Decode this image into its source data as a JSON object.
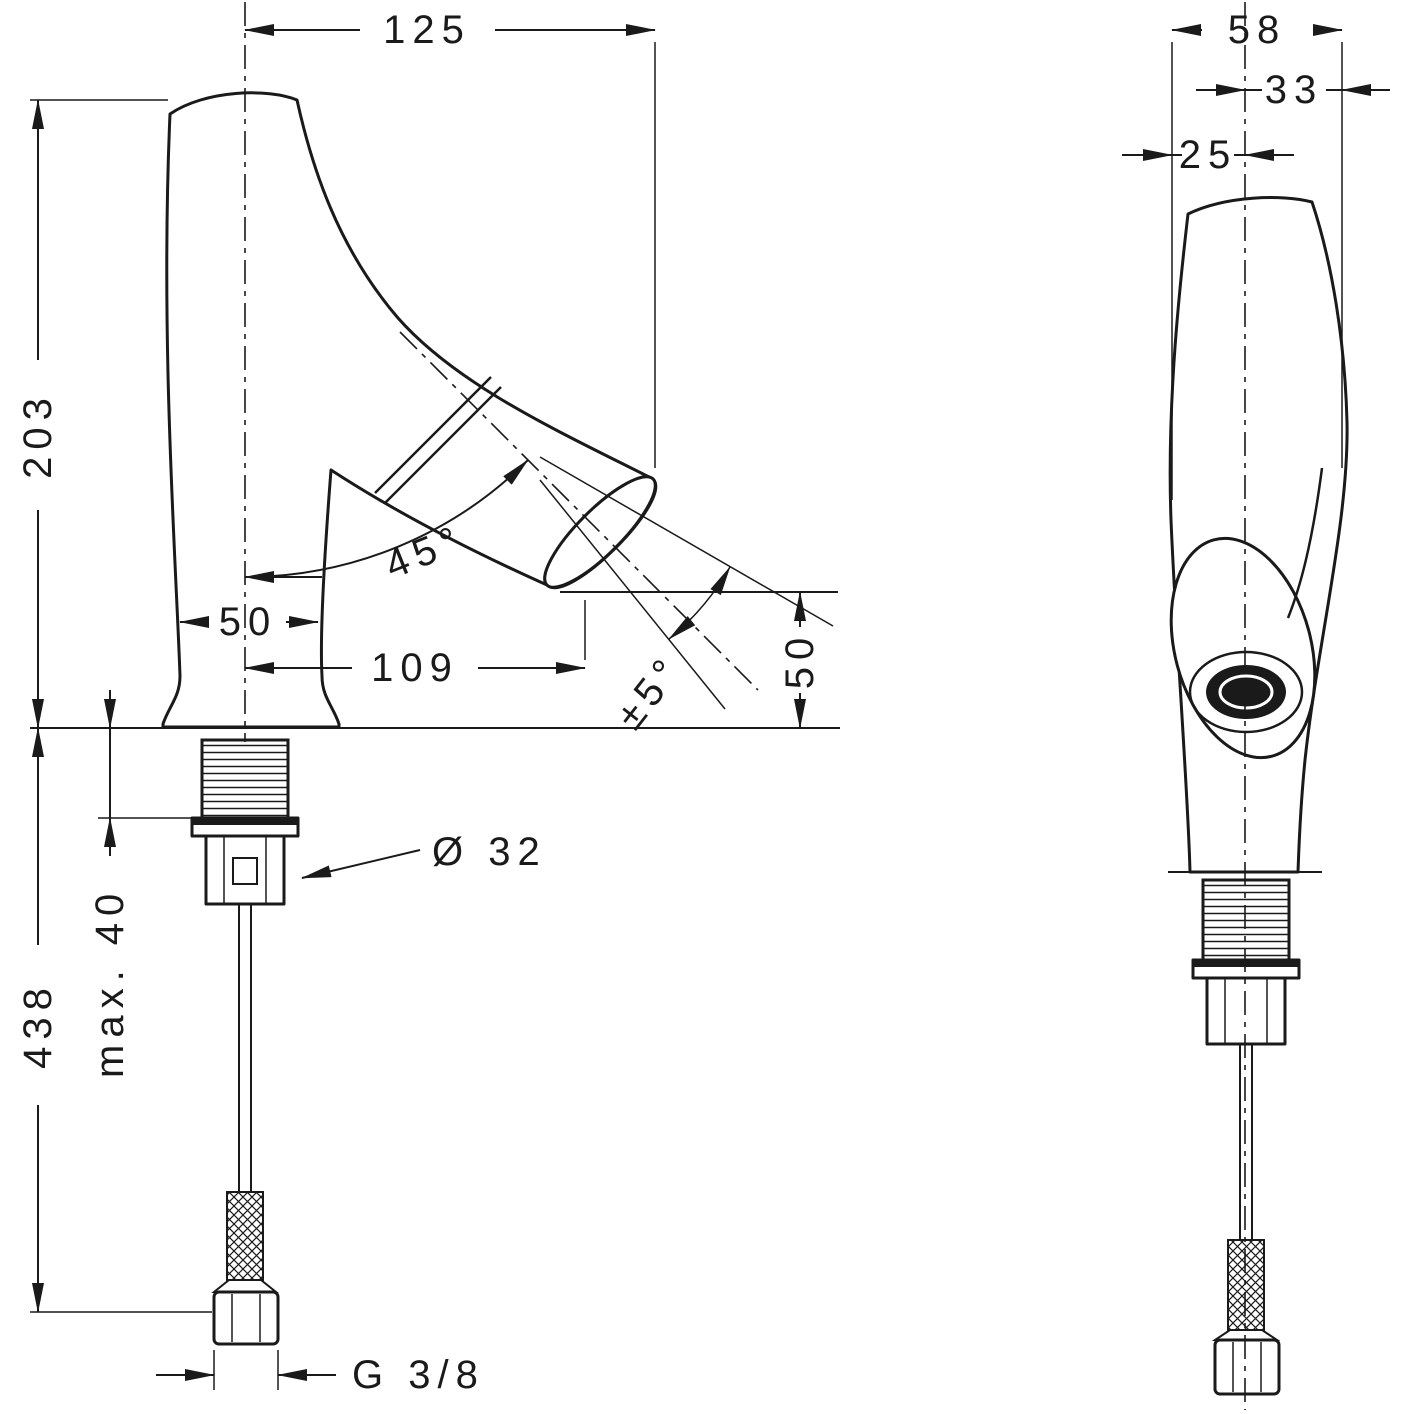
{
  "page": {
    "background": "#ffffff",
    "line_color": "#1a1a1a"
  },
  "front_view": {
    "dim_width_top": "125",
    "dim_height_spout": "203",
    "dim_height_total": "438",
    "dim_mounting_max": "max. 40",
    "dim_base_width": "50",
    "dim_spout_reach": "109",
    "dim_spout_angle": "45°",
    "dim_swivel_range": "±5°",
    "dim_outlet_height": "50",
    "dim_hole_diameter": "Ø 32",
    "dim_connection_thread": "G 3/8"
  },
  "side_view": {
    "dim_depth_total": "58",
    "dim_front_of_center": "33",
    "dim_back_of_center": "25"
  }
}
